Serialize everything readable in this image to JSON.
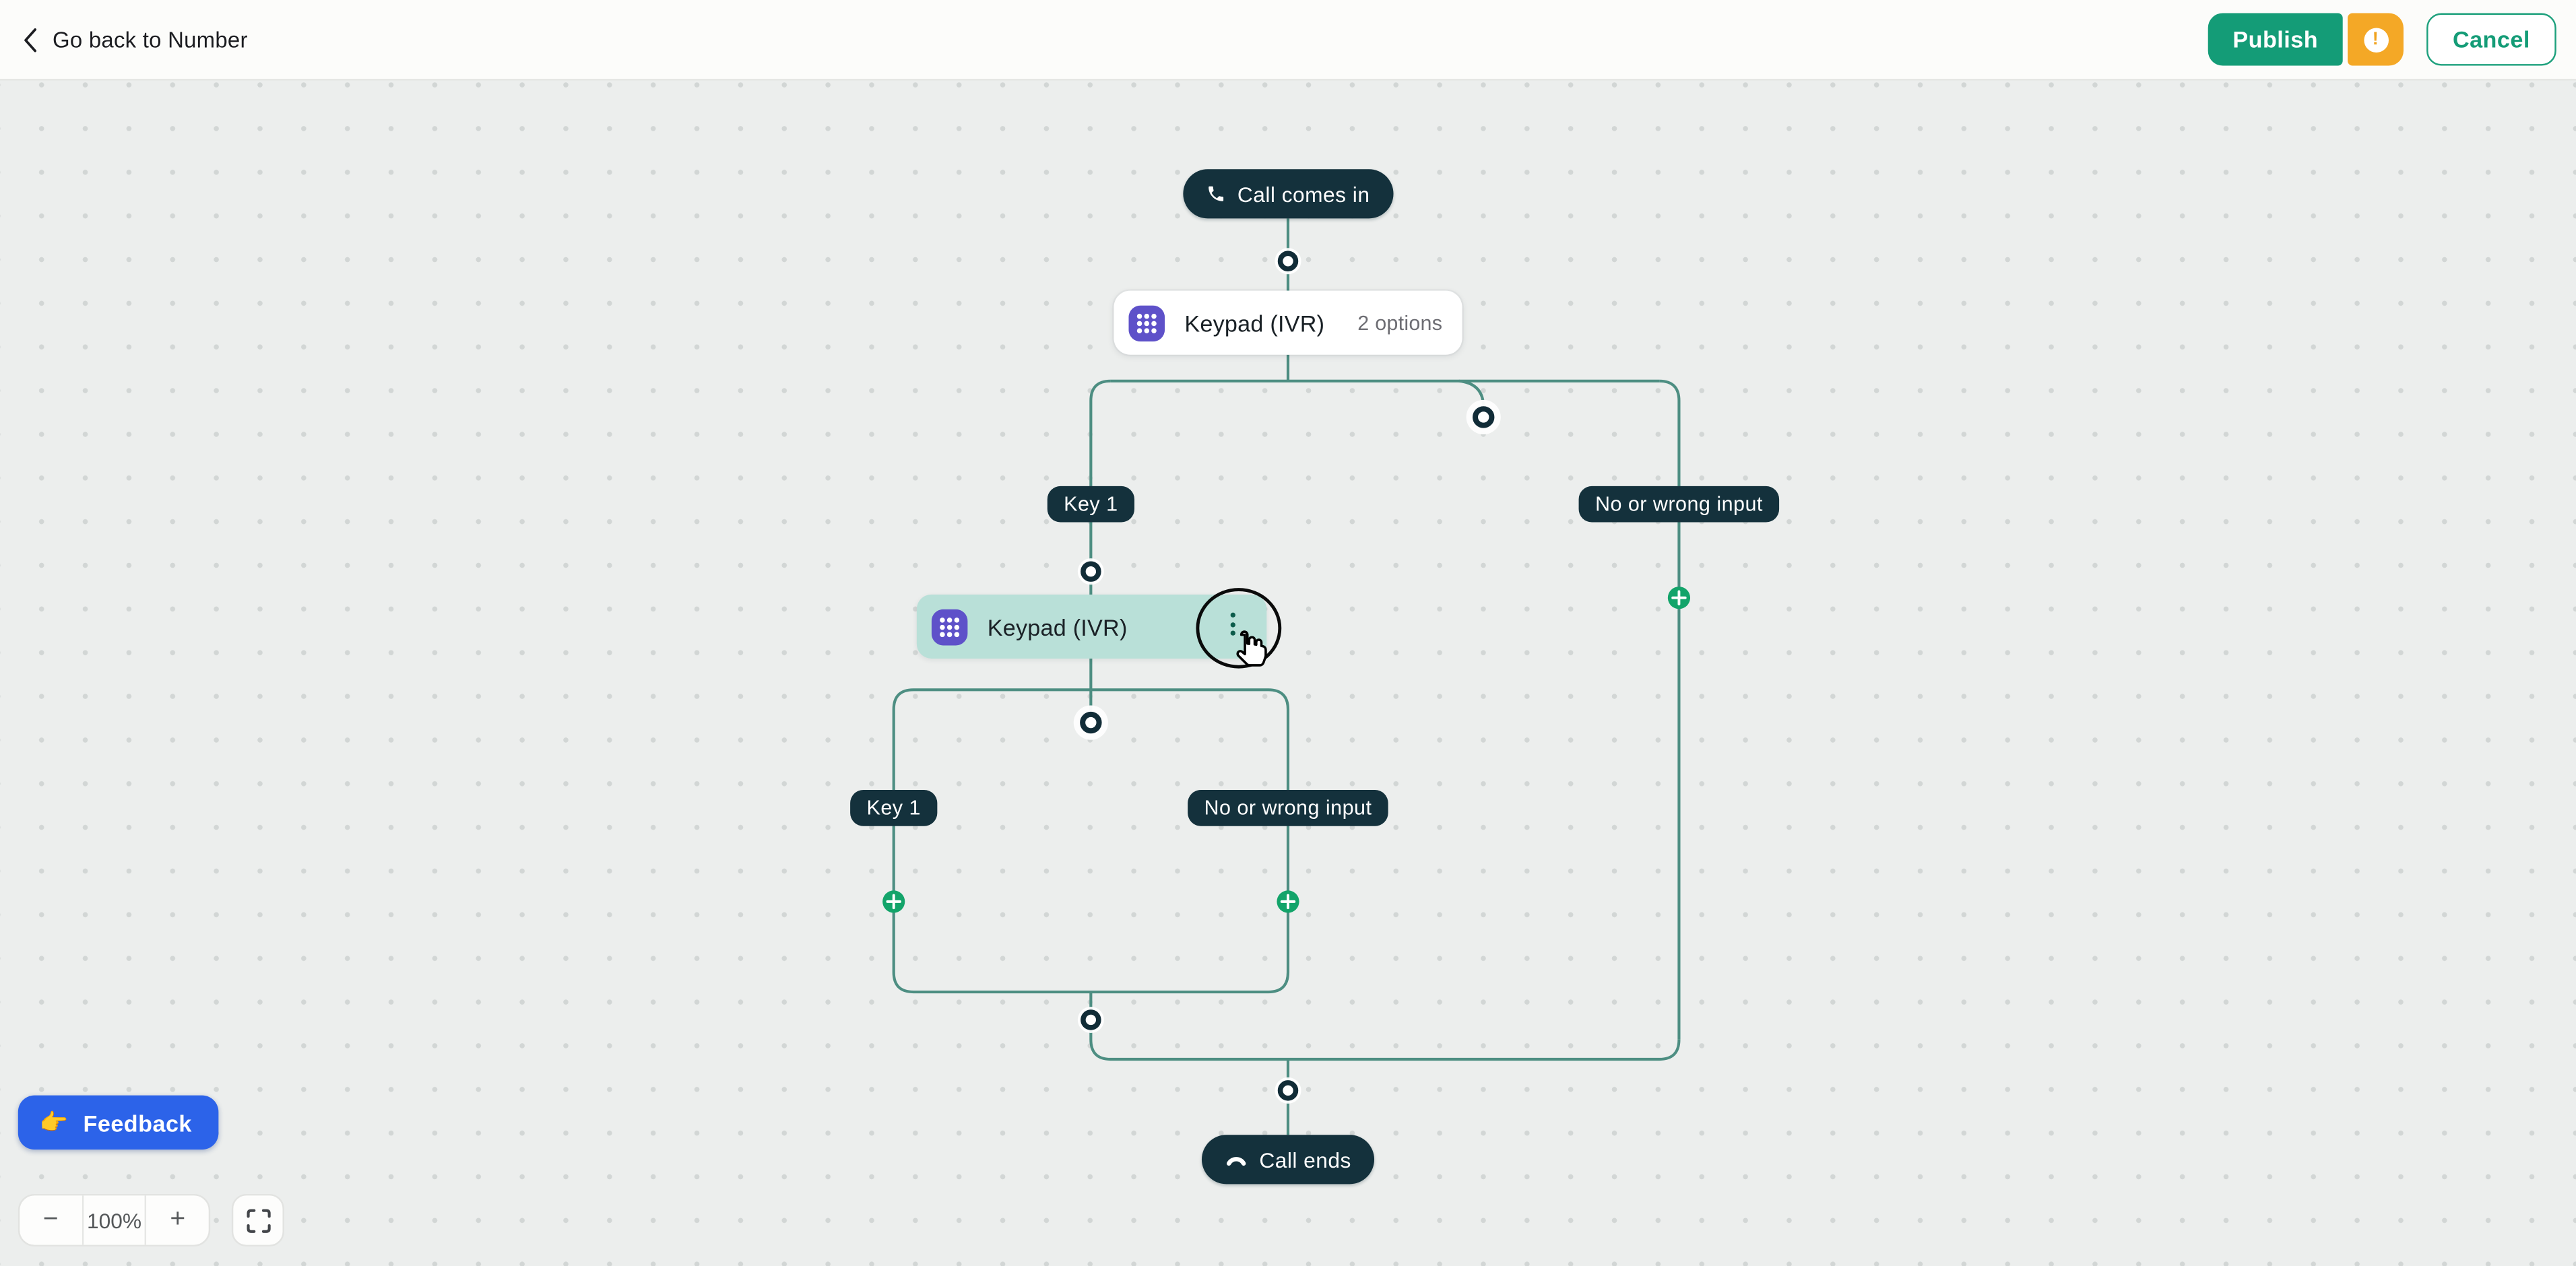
{
  "header": {
    "back_label": "Go back to Number",
    "publish_label": "Publish",
    "warning_symbol": "!",
    "cancel_label": "Cancel"
  },
  "flow": {
    "start_node": {
      "label": "Call comes in"
    },
    "keypad_node_1": {
      "label": "Keypad (IVR)",
      "meta": "2 options"
    },
    "keypad_node_2": {
      "label": "Keypad (IVR)"
    },
    "end_node": {
      "label": "Call ends"
    },
    "branch_labels": {
      "key1": "Key 1",
      "no_input": "No or wrong input"
    }
  },
  "feedback": {
    "label": "Feedback",
    "emoji": "👉"
  },
  "zoom_controls": {
    "minus_symbol": "−",
    "level": "100%",
    "plus_symbol": "+"
  },
  "colors": {
    "publish_green": "#149c77",
    "warning_orange": "#f4a826",
    "node_dark": "#14313c",
    "edge_teal": "#4d8e82",
    "mint_highlight": "#b9e0d8",
    "keypad_purple": "#5e51c9",
    "plus_green": "#13a46a",
    "feedback_blue": "#2c63e9",
    "canvas_gray": "#eceeed"
  }
}
